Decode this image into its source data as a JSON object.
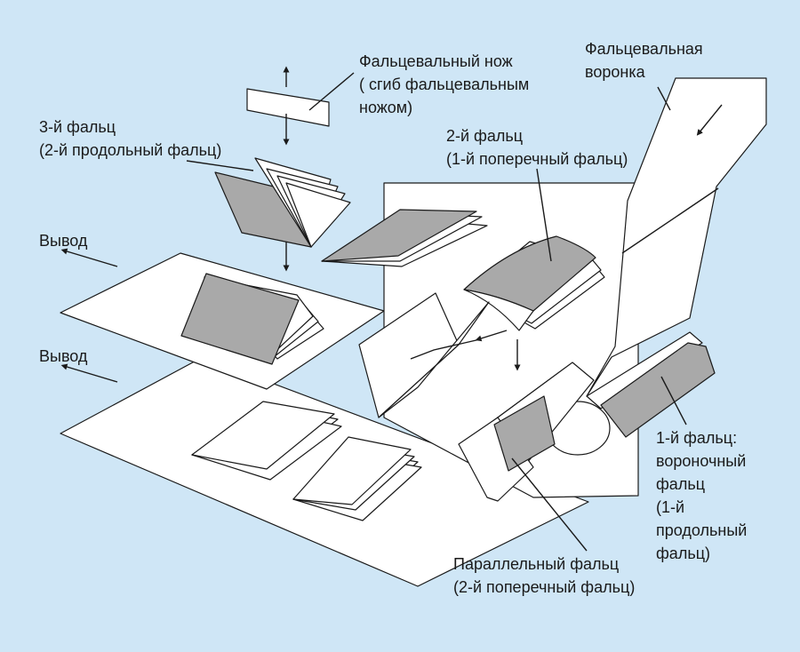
{
  "labels": {
    "folding_knife": [
      "Фальцевальный нож",
      "( сгиб фальцевальным",
      "ножом)"
    ],
    "former": [
      "Фальцевальная",
      "воронка"
    ],
    "fold3": [
      "3-й фальц",
      "(2-й продольный фальц)"
    ],
    "fold2": [
      "2-й фальц",
      "(1-й поперечный фальц)"
    ],
    "output_top": "Вывод",
    "output_bottom": "Вывод",
    "fold1": [
      "1-й фальц:",
      "вороночный",
      "фальц",
      "(1-й",
      "продольный",
      "фальц)"
    ],
    "parallel": [
      "Параллельный фальц",
      "(2-й поперечный фальц)"
    ]
  },
  "colors": {
    "background": "#cfe6f6",
    "paper": "#ffffff",
    "fold_shade": "#a9a9a9",
    "ink": "#1a1a1a"
  }
}
